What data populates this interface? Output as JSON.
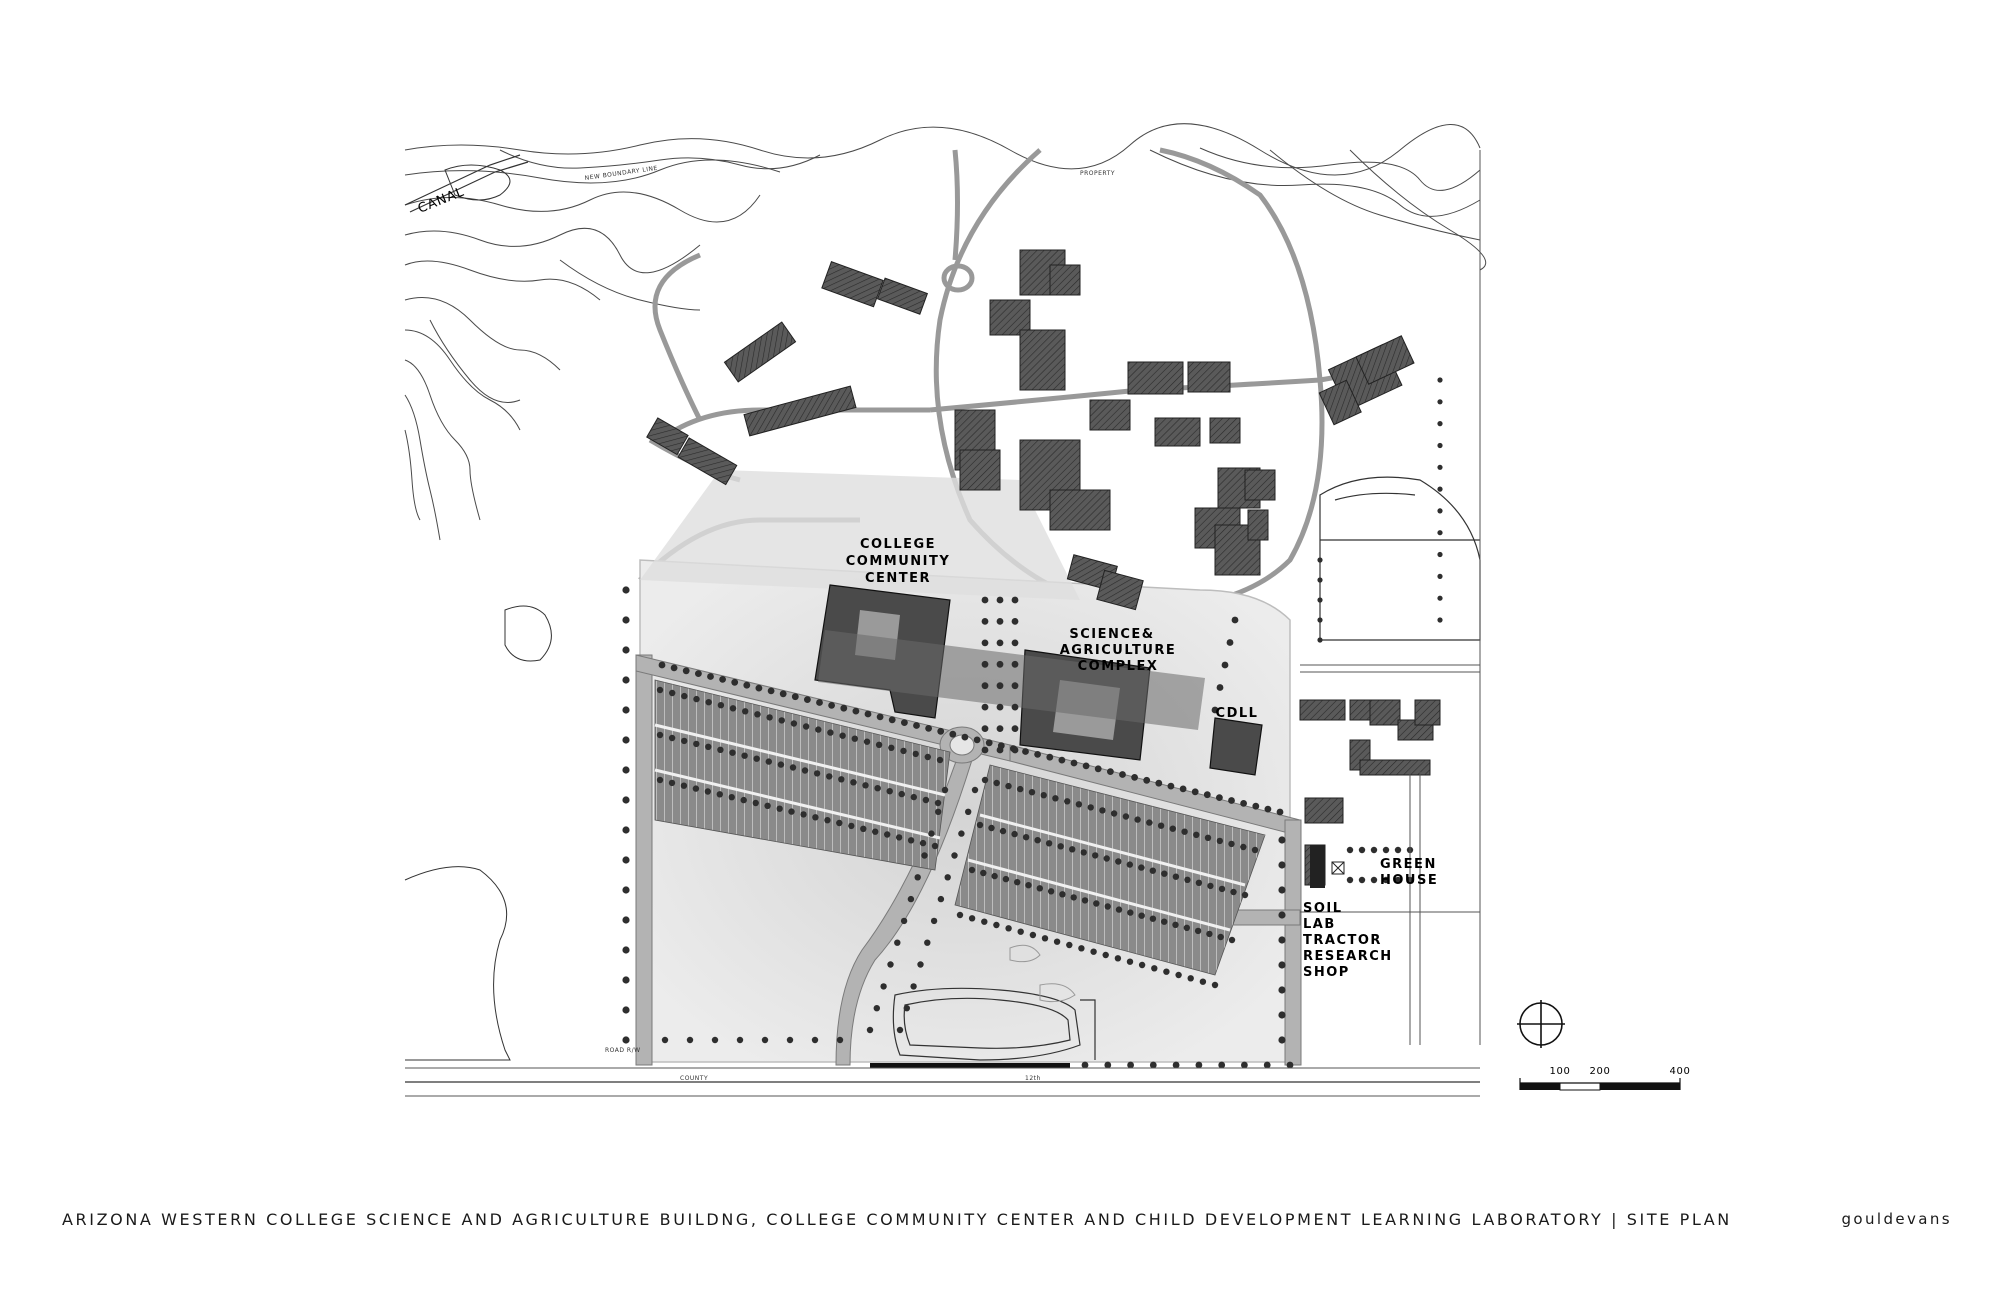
{
  "caption": "ARIZONA WESTERN COLLEGE SCIENCE AND AGRICULTURE BUILDNG, COLLEGE COMMUNITY CENTER AND CHILD DEVELOPMENT LEARNING LABORATORY | SITE PLAN",
  "brand": "gouldevans",
  "map": {
    "canal_label": "CANAL",
    "college_community_center": [
      "COLLEGE",
      "COMMUNITY",
      "CENTER"
    ],
    "science_agriculture_complex": [
      "SCIENCE&",
      "AGRICULTURE",
      "COMPLEX"
    ],
    "cdll": "CDLL",
    "green_house": [
      "GREEN",
      "HOUSE"
    ],
    "soil_lab": [
      "SOIL",
      "LAB"
    ],
    "tractor_research_shop": [
      "TRACTOR",
      "RESEARCH",
      "SHOP"
    ],
    "road_labels": [
      "COUNTY",
      "12th"
    ],
    "boundary_label": "NEW BOUNDARY LINE",
    "property_label": "PROPERTY",
    "road_rw_label": "ROAD R/W"
  },
  "scale_bar": {
    "ticks": [
      "100",
      "200",
      "400"
    ]
  },
  "colors": {
    "building": "#555555",
    "parking": "#8f8f8f",
    "road": "#b3b3b3",
    "tree": "#2e2e2e",
    "shade": "#e2e2e2"
  },
  "icons": [
    "north-arrow-icon"
  ]
}
